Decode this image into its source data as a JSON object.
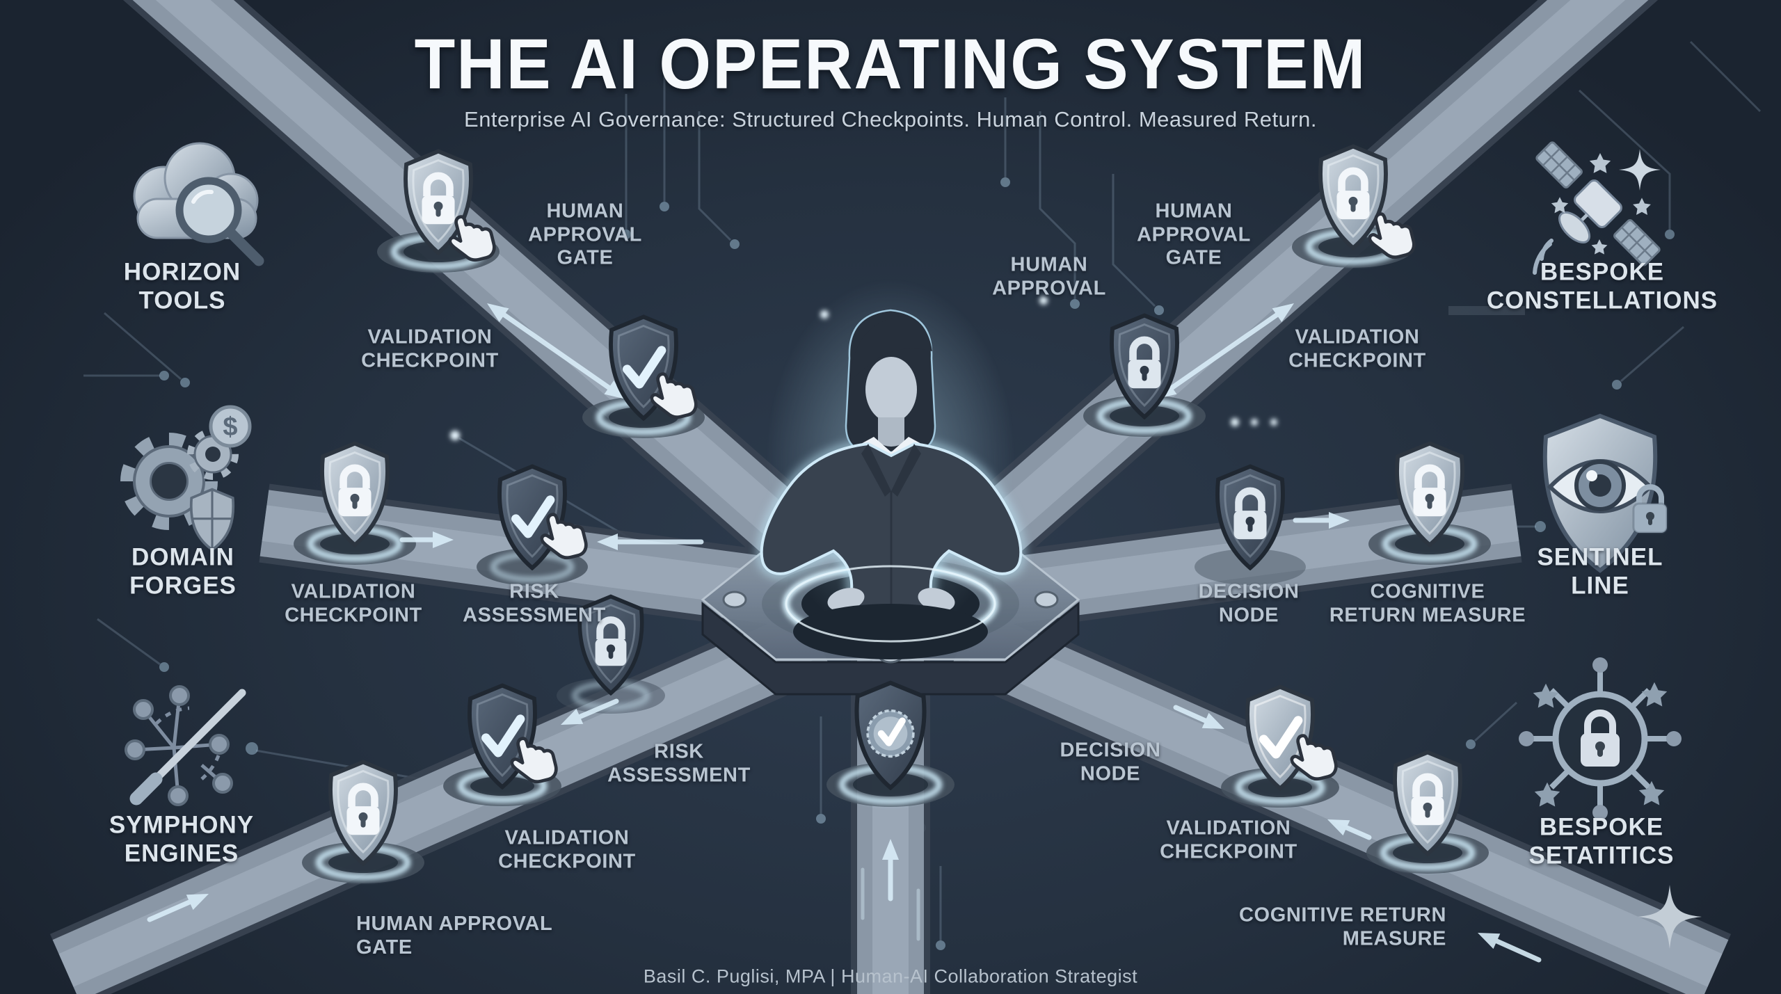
{
  "header": {
    "title": "THE AI OPERATING SYSTEM",
    "subtitle": "Enterprise AI Governance: Structured Checkpoints. Human Control. Measured Return."
  },
  "footer": {
    "credit": "Basil C. Puglisi, MPA | Human-AI Collaboration Strategist"
  },
  "corners": {
    "top_left": {
      "label": "HORIZON\nTOOLS",
      "icon": "cloud-search-icon"
    },
    "top_right": {
      "label": "BESPOKE\nCONSTELLATIONS",
      "icon": "satellite-stars-icon"
    },
    "mid_left": {
      "label": "DOMAIN\nFORGES",
      "icon": "gears-dollar-shield-icon",
      "dollar_glyph": "$"
    },
    "mid_right": {
      "label": "SENTINEL\nLINE",
      "icon": "eye-shield-lock-icon"
    },
    "bottom_left": {
      "label": "SYMPHONY\nENGINES",
      "icon": "baton-network-icon"
    },
    "bottom_right": {
      "label": "BESPOKE\nSETATITICS",
      "icon": "network-lock-stars-icon"
    }
  },
  "checkpoints": {
    "nw_gate": "HUMAN\nAPPROVAL\nGATE",
    "nw_validation": "VALIDATION\nCHECKPOINT",
    "ne_approval": "HUMAN\nAPPROVAL",
    "ne_gate": "HUMAN\nAPPROVAL\nGATE",
    "ne_validation": "VALIDATION\nCHECKPOINT",
    "w_validation": "VALIDATION\nCHECKPOINT",
    "w_risk": "RISK\nASSESSMENT",
    "e_decision": "DECISION\nNODE",
    "e_cognitive": "COGNITIVE\nRETURN MEASURE",
    "sw_risk": "RISK\nASSESSMENT",
    "sw_validation": "VALIDATION\nCHECKPOINT",
    "sw_gate": "HUMAN APPROVAL\nGATE",
    "se_decision": "DECISION\nNODE",
    "se_validation": "VALIDATION\nCHECKPOINT",
    "se_cognitive": "COGNITIVE RETURN\nMEASURE"
  },
  "center_figure": "human-controller",
  "palette": {
    "background": "#253140",
    "background_deep": "#1b2430",
    "road": "#8d9aa9",
    "road_edge": "#3a4452",
    "shield_light": "#c7d1dc",
    "shield_dark": "#3c4756",
    "glow_ring": "#cdeaf8",
    "arrow": "#d8edf8",
    "title_text": "#f6f9fc",
    "subtitle_text": "#c9d3dd",
    "label_text": "#b9c5d1",
    "corner_label_text": "#dde5ec"
  }
}
